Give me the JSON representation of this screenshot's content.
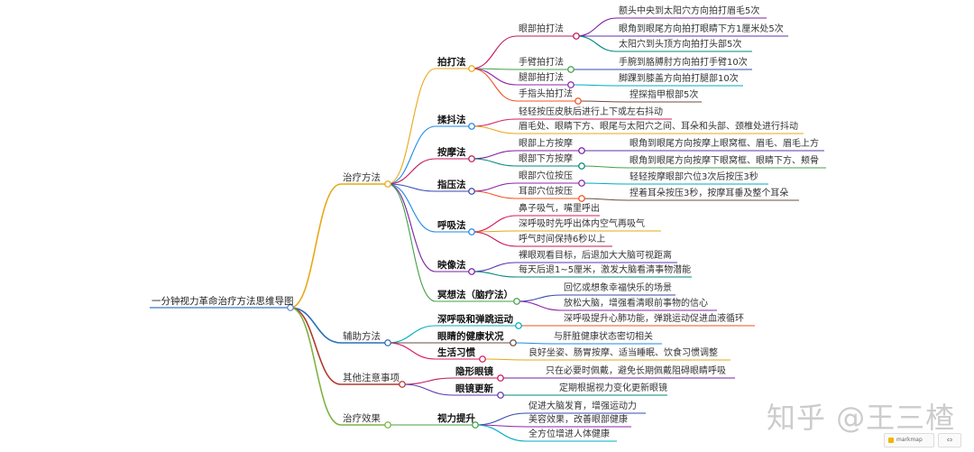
{
  "title": "一分钟视力革命治疗方法思维导图",
  "watermark": "知乎 @王三楂",
  "badge_text": "markmap",
  "corner_text": "⇔",
  "colors": {
    "root": "#5a8fd0",
    "treatment": "#e6a817",
    "auxiliary": "#2c6fb7",
    "notes": "#b03a2e",
    "effect": "#7cb342"
  },
  "tree": {
    "label": "一分钟视力革命治疗方法思维导图",
    "children": [
      {
        "label": "治疗方法",
        "children": [
          {
            "label": "拍打法",
            "children": [
              {
                "label": "眼部拍打法",
                "children": [
                  {
                    "label": "额头中央到太阳穴方向拍打眉毛5次"
                  },
                  {
                    "label": "眼角到眼尾方向拍打眼睛下方1厘米处5次"
                  },
                  {
                    "label": "太阳穴到头顶方向拍打头部5次"
                  }
                ]
              },
              {
                "label": "手臂拍打法",
                "children": [
                  {
                    "label": "手腕到胳膊肘方向拍打手臂10次"
                  }
                ]
              },
              {
                "label": "腿部拍打法",
                "children": [
                  {
                    "label": "脚踝到膝盖方向拍打腿部10次"
                  }
                ]
              },
              {
                "label": "手指头拍打法",
                "children": [
                  {
                    "label": "捏探指甲根部5次"
                  }
                ]
              }
            ]
          },
          {
            "label": "揉抖法",
            "children": [
              {
                "label": "轻轻按压皮肤后进行上下或左右抖动"
              },
              {
                "label": "眉毛处、眼睛下方、眼尾与太阳穴之间、耳朵和头部、颈椎处进行抖动"
              }
            ]
          },
          {
            "label": "按摩法",
            "children": [
              {
                "label": "眼部上方按摩",
                "children": [
                  {
                    "label": "眼角到眼尾方向按摩上眼窝框、眉毛、眉毛上方"
                  }
                ]
              },
              {
                "label": "眼部下方按摩",
                "children": [
                  {
                    "label": "眼角到眼尾方向按摩下眼窝框、眼睛下方、颊骨"
                  }
                ]
              }
            ]
          },
          {
            "label": "指压法",
            "children": [
              {
                "label": "眼部穴位按压",
                "children": [
                  {
                    "label": "轻轻按摩眼部穴位3次后按压3秒"
                  }
                ]
              },
              {
                "label": "耳部穴位按压",
                "children": [
                  {
                    "label": "捏着耳朵按压3秒，按摩耳垂及整个耳朵"
                  }
                ]
              }
            ]
          },
          {
            "label": "呼吸法",
            "children": [
              {
                "label": "鼻子吸气，嘴里呼出"
              },
              {
                "label": "深呼吸时先呼出体内空气再吸气"
              },
              {
                "label": "呼气时间保持6秒以上"
              }
            ]
          },
          {
            "label": "映像法",
            "children": [
              {
                "label": "裸眼观看目标，后退加大大脑可视距离"
              },
              {
                "label": "每天后退1~5厘米，激发大脑看清事物潜能"
              }
            ]
          },
          {
            "label": "冥想法（脑疗法）",
            "children": [
              {
                "label": "回忆或想象幸福快乐的场景"
              },
              {
                "label": "放松大脑，增强看清眼前事物的信心"
              }
            ]
          }
        ]
      },
      {
        "label": "辅助方法",
        "children": [
          {
            "label": "深呼吸和弹跳运动",
            "children": [
              {
                "label": "深呼吸提升心肺功能，弹跳运动促进血液循环"
              }
            ]
          },
          {
            "label": "眼睛的健康状况",
            "children": [
              {
                "label": "与肝脏健康状态密切相关"
              }
            ]
          },
          {
            "label": "生活习惯",
            "children": [
              {
                "label": "良好坐姿、肠胃按摩、适当睡眠、饮食习惯调整"
              }
            ]
          }
        ]
      },
      {
        "label": "其他注意事项",
        "children": [
          {
            "label": "隐形眼镜",
            "children": [
              {
                "label": "只在必要时佩戴，避免长期佩戴阻碍眼睛呼吸"
              }
            ]
          },
          {
            "label": "眼镜更新",
            "children": [
              {
                "label": "定期根据视力变化更新眼镜"
              }
            ]
          }
        ]
      },
      {
        "label": "治疗效果",
        "children": [
          {
            "label": "视力提升",
            "children": [
              {
                "label": "促进大脑发育，增强运动力"
              },
              {
                "label": "美容效果，改善眼部健康"
              },
              {
                "label": "全方位增进人体健康"
              }
            ]
          }
        ]
      }
    ]
  }
}
